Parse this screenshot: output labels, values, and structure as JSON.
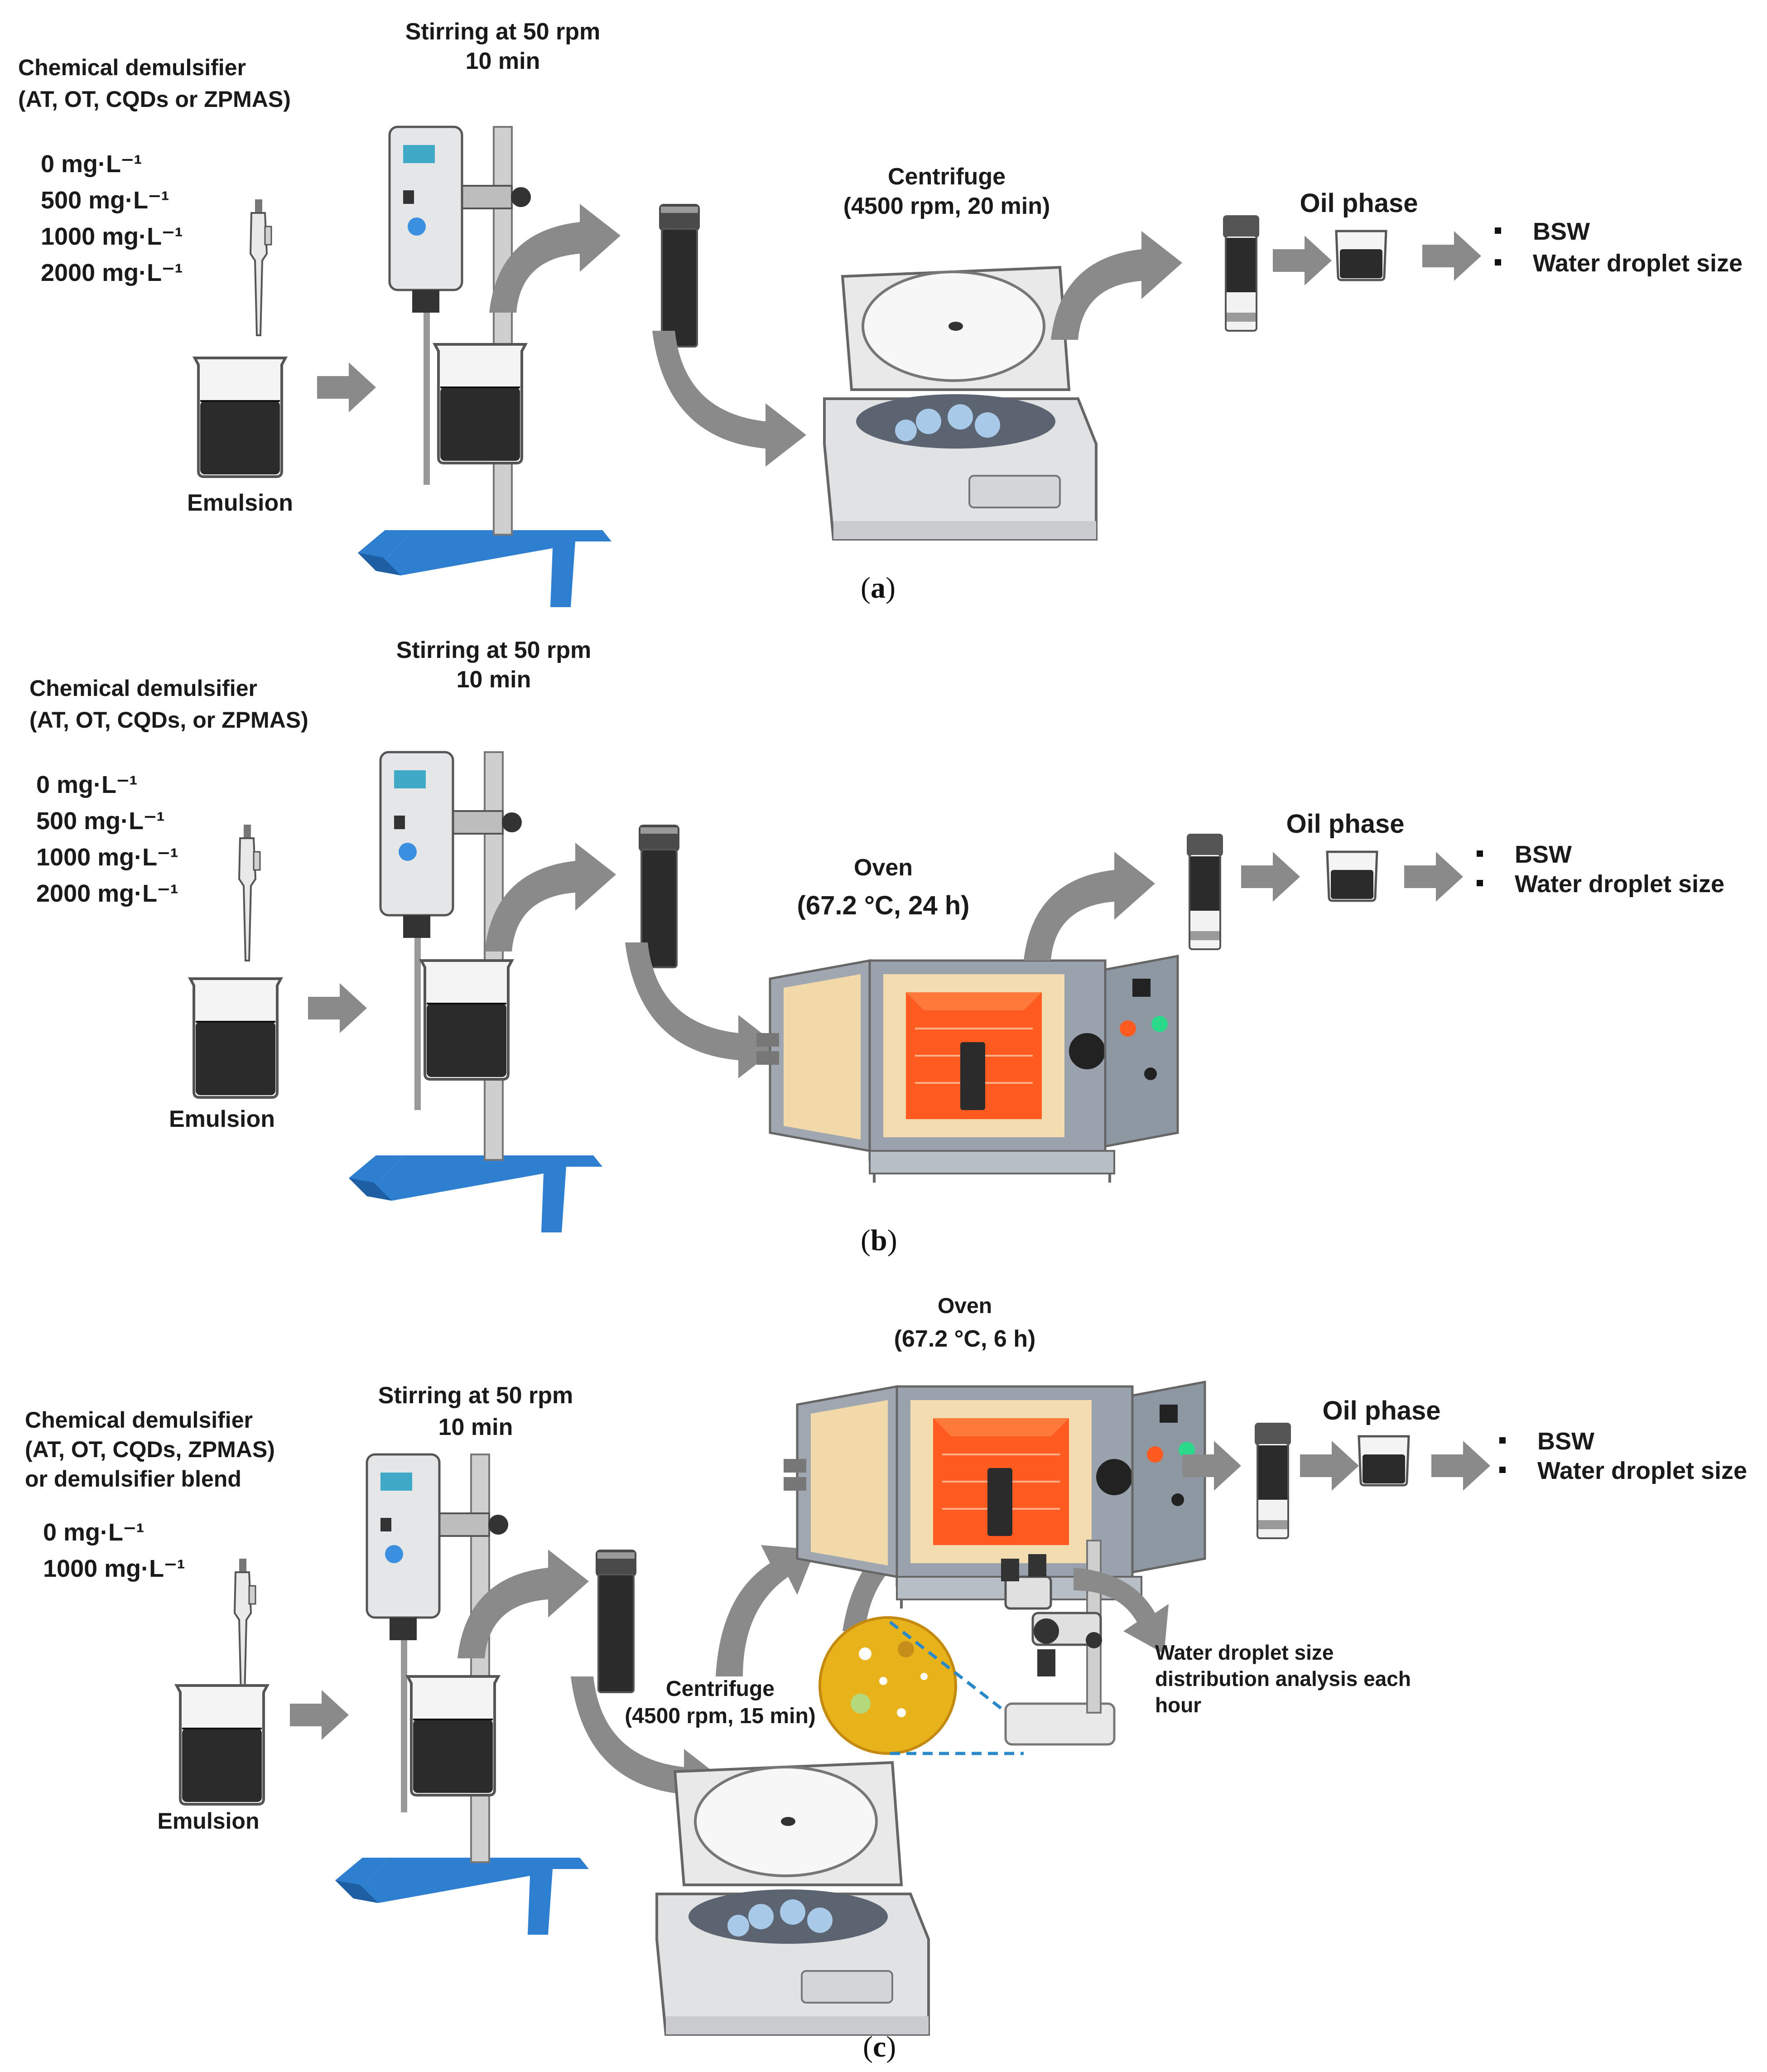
{
  "panel_a": {
    "demulsifier_title": "Chemical demulsifier",
    "demulsifier_list": "(AT, OT, CQDs or ZPMAS)",
    "concentrations": [
      "0 mg·L⁻¹",
      "500 mg·L⁻¹",
      "1000 mg·L⁻¹",
      "2000 mg·L⁻¹"
    ],
    "emulsion_label": "Emulsion",
    "stirring_line1": "Stirring at 50 rpm",
    "stirring_line2": "10 min",
    "centrifuge_line1": "Centrifuge",
    "centrifuge_line2": "(4500 rpm, 20 min)",
    "oil_phase": "Oil phase",
    "outputs": [
      "BSW",
      "Water droplet size"
    ],
    "caption": "a"
  },
  "panel_b": {
    "demulsifier_title": "Chemical demulsifier",
    "demulsifier_list": "(AT, OT, CQDs, or ZPMAS)",
    "concentrations": [
      "0 mg·L⁻¹",
      "500 mg·L⁻¹",
      "1000 mg·L⁻¹",
      "2000 mg·L⁻¹"
    ],
    "emulsion_label": "Emulsion",
    "stirring_line1": "Stirring at 50 rpm",
    "stirring_line2": "10 min",
    "oven_line1": "Oven",
    "oven_line2": "(67.2 °C, 24 h)",
    "oil_phase": "Oil phase",
    "outputs": [
      "BSW",
      "Water droplet size"
    ],
    "caption": "b"
  },
  "panel_c": {
    "demulsifier_title": "Chemical demulsifier",
    "demulsifier_list": "(AT,  OT,  CQDs,  ZPMAS)",
    "demulsifier_extra": "or demulsifier blend",
    "concentrations": [
      "0 mg·L⁻¹",
      "1000 mg·L⁻¹"
    ],
    "emulsion_label": "Emulsion",
    "stirring_line1": "Stirring at 50 rpm",
    "stirring_line2": "10 min",
    "oven_line1": "Oven",
    "oven_line2": "(67.2 °C, 6 h)",
    "centrifuge_line1": "Centrifuge",
    "centrifuge_line2": "(4500 rpm, 15 min)",
    "microscope_line1": "Water droplet size",
    "microscope_line2": "distribution analysis each",
    "microscope_line3": "hour",
    "oil_phase": "Oil phase",
    "outputs": [
      "BSW",
      "Water droplet size"
    ],
    "caption": "c"
  },
  "colors": {
    "arrow": "#8a8a8a",
    "dark_liquid": "#2b2b2b",
    "stand_blue": "#2f7fd0",
    "oven_gray": "#9aa3ad",
    "oven_interior": "#ff5a1f",
    "door_panel": "#f3dcb0",
    "droplet_yellow": "#e8b21a",
    "dashed_blue": "#2a8ac9"
  }
}
